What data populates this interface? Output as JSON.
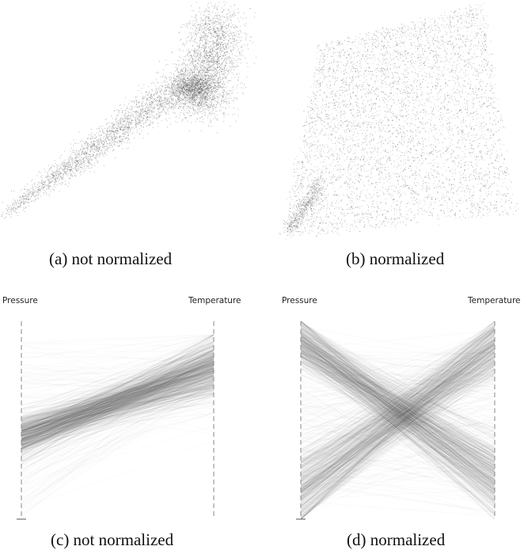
{
  "figure": {
    "panels": [
      {
        "id": "a",
        "caption": "(a) not normalized",
        "type": "scatterplot"
      },
      {
        "id": "b",
        "caption": "(b) normalized",
        "type": "scatterplot"
      },
      {
        "id": "c",
        "caption": "(c) not normalized",
        "type": "parallel-coordinates",
        "left_axis": "Pressure",
        "right_axis": "Temperature"
      },
      {
        "id": "d",
        "caption": "(d) normalized",
        "type": "parallel-coordinates",
        "left_axis": "Pressure",
        "right_axis": "Temperature"
      }
    ],
    "ink_color": "#555555"
  }
}
